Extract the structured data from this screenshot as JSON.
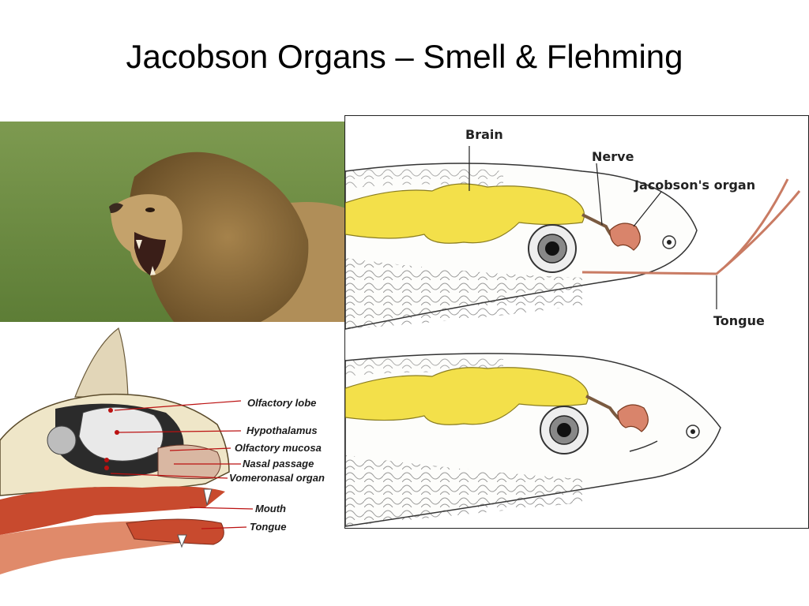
{
  "slide": {
    "title": "Jacobson Organs – Smell & Flehming"
  },
  "snake_diagram": {
    "labels": {
      "brain": "Brain",
      "nerve": "Nerve",
      "jacobsons_organ": "Jacobson's organ",
      "tongue": "Tongue"
    }
  },
  "cat_diagram": {
    "labels": {
      "olfactory_lobe": "Olfactory lobe",
      "hypothalamus": "Hypothalamus",
      "olfactory_mucosa": "Olfactory mucosa",
      "nasal_passage": "Nasal passage",
      "vomeronasal_organ": "Vomeronasal organ",
      "mouth": "Mouth",
      "tongue": "Tongue"
    }
  },
  "colors": {
    "grass": "#6f8f45",
    "lion_mane": "#8a6a3a",
    "brain_yellow": "#f3e04a",
    "organ_pink": "#d9846b",
    "tissue_red": "#c84a2e"
  }
}
